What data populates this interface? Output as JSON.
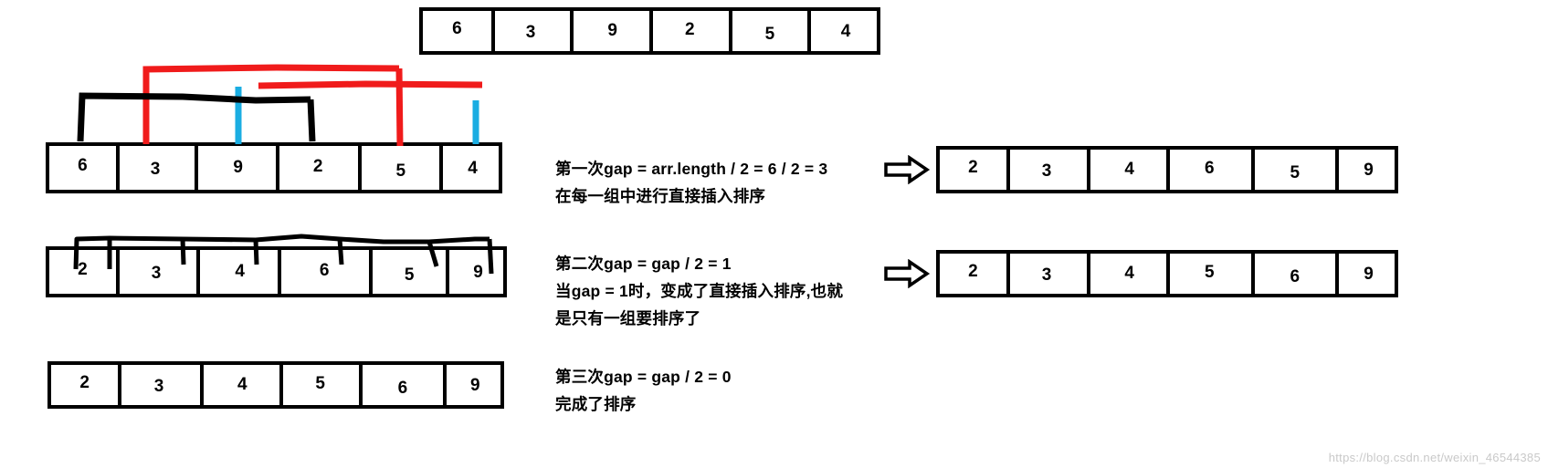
{
  "arrays": {
    "top": {
      "values": [
        "6",
        "3",
        "9",
        "2",
        "5",
        "4"
      ]
    },
    "left_step1": {
      "values": [
        "6",
        "3",
        "9",
        "2",
        "5",
        "4"
      ]
    },
    "left_step2": {
      "values": [
        "2",
        "3",
        "4",
        "6",
        "5",
        "9"
      ]
    },
    "left_step3": {
      "values": [
        "2",
        "3",
        "4",
        "5",
        "6",
        "9"
      ]
    },
    "right_step1": {
      "values": [
        "2",
        "3",
        "4",
        "6",
        "5",
        "9"
      ]
    },
    "right_step2": {
      "values": [
        "2",
        "3",
        "4",
        "5",
        "6",
        "9"
      ]
    }
  },
  "annotations": {
    "step1": {
      "line1": "第一次gap = arr.length / 2 = 6 / 2 = 3",
      "line2": "在每一组中进行直接插入排序"
    },
    "step2": {
      "line1": "第二次gap  = gap / 2 = 1",
      "line2": "当gap = 1时，变成了直接插入排序,也就",
      "line3": "是只有一组要排序了"
    },
    "step3": {
      "line1": "第三次gap = gap / 2 = 0",
      "line2": "完成了排序"
    }
  },
  "brackets": {
    "group_black": "group-black-bracket",
    "group_red": "group-red-bracket",
    "group_blue": "group-blue-bracket",
    "group_single": "group-single-bracket"
  },
  "arrows": {
    "arrow1": "right-arrow-icon",
    "arrow2": "right-arrow-icon"
  },
  "colors": {
    "ink": "#000000",
    "red": "#f01b1b",
    "blue": "#1aade2",
    "watermark": "#c9c9c9"
  },
  "watermark": "https://blog.csdn.net/weixin_46544385"
}
